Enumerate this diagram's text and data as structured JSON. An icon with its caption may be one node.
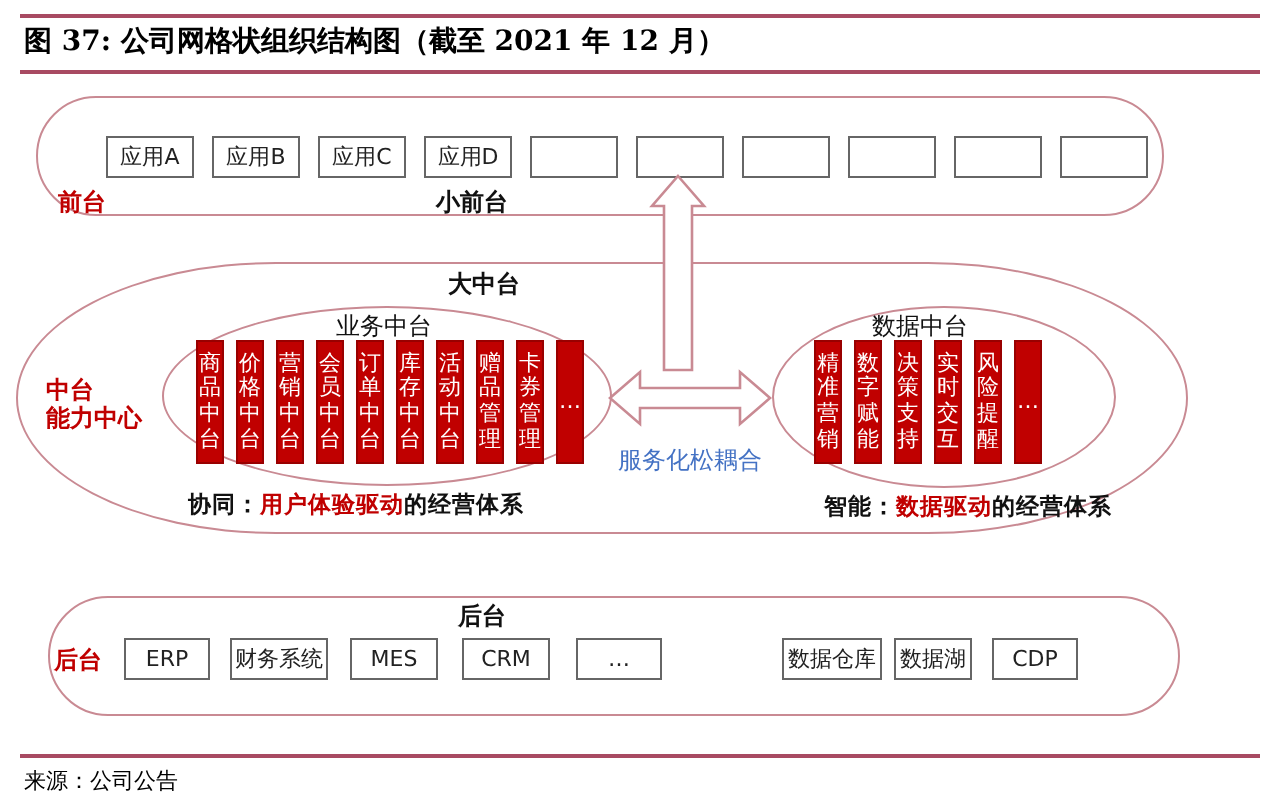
{
  "diagram": {
    "title": "图 37: 公司网格状组织结构图（截至 2021 年 12 月）",
    "caption": "来源：公司公告",
    "nodes": [
      {
        "text": [
          "前台",
          "小前台"
        ]
      },
      {
        "text": [
          "应用A"
        ],
        "in": 0
      },
      {
        "text": [
          "应用B"
        ],
        "in": 0
      },
      {
        "text": [
          "应用C"
        ],
        "in": 0
      },
      {
        "text": [
          "应用D"
        ],
        "in": 0
      },
      {
        "text": [],
        "shape": "box",
        "in": 0
      },
      {
        "text": [],
        "shape": "box",
        "in": 0
      },
      {
        "text": [],
        "shape": "box",
        "in": 0
      },
      {
        "text": [],
        "shape": "box",
        "in": 0
      },
      {
        "text": [],
        "shape": "box",
        "in": 0
      },
      {
        "text": [],
        "shape": "box",
        "in": 0
      },
      {
        "text": [
          "中台能力中心",
          "大中台"
        ]
      },
      {
        "text": [
          "业务中台"
        ],
        "in": 11,
        "beside": [
          "协同：**用户体验驱动**的经营体系"
        ]
      },
      {
        "text": [
          "商品中台"
        ],
        "in": 12
      },
      {
        "text": [
          "价格中台"
        ],
        "in": 12
      },
      {
        "text": [
          "营销中台"
        ],
        "in": 12
      },
      {
        "text": [
          "会员中台"
        ],
        "in": 12
      },
      {
        "text": [
          "订单中台"
        ],
        "in": 12
      },
      {
        "text": [
          "库存中台"
        ],
        "in": 12
      },
      {
        "text": [
          "活动中台"
        ],
        "in": 12
      },
      {
        "text": [
          "赠品管理"
        ],
        "in": 12
      },
      {
        "text": [
          "卡券管理"
        ],
        "in": 12
      },
      {
        "text": [
          "…"
        ],
        "in": 12
      },
      {
        "text": [
          "数据中台"
        ],
        "in": 11,
        "beside": [
          "智能：**数据驱动**的经营体系"
        ]
      },
      {
        "text": [
          "精准营销"
        ],
        "in": 23
      },
      {
        "text": [
          "数字赋能"
        ],
        "in": 23
      },
      {
        "text": [
          "决策支持"
        ],
        "in": 23
      },
      {
        "text": [
          "实时交互"
        ],
        "in": 23
      },
      {
        "text": [
          "风险提醒"
        ],
        "in": 23
      },
      {
        "text": [
          "…"
        ],
        "in": 23
      },
      {
        "text": [
          "后台",
          "后台"
        ]
      },
      {
        "text": [
          "ERP"
        ],
        "in": 30
      },
      {
        "text": [
          "财务系统"
        ],
        "in": 30
      },
      {
        "text": [
          "MES"
        ],
        "in": 30
      },
      {
        "text": [
          "CRM"
        ],
        "in": 30
      },
      {
        "text": [
          "…"
        ],
        "in": 30
      },
      {
        "text": [
          "数据仓库"
        ],
        "in": 30
      },
      {
        "text": [
          "数据湖"
        ],
        "in": 30
      },
      {
        "text": [
          "CDP"
        ],
        "in": 30
      }
    ],
    "edges": [
      {
        "from": 12,
        "to": 23,
        "arrow": "both",
        "label": "服务化松耦合"
      },
      {
        "from": null,
        "to": 6,
        "arrow": "to"
      }
    ]
  }
}
